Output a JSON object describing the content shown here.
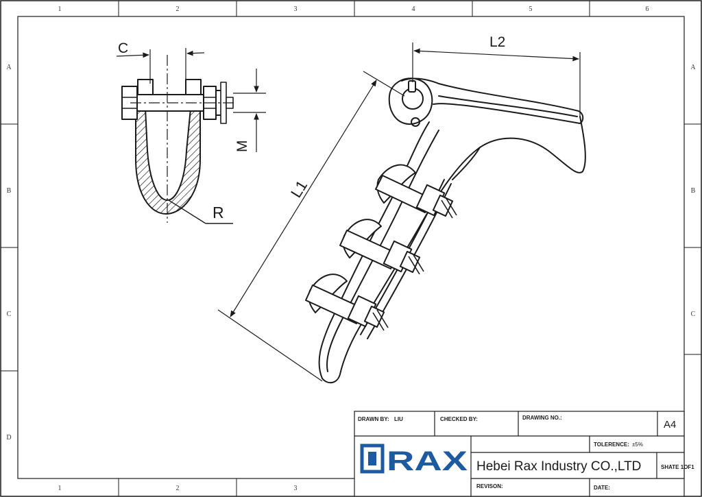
{
  "grid": {
    "columns_top": [
      "1",
      "2",
      "3",
      "4",
      "5",
      "6"
    ],
    "columns_bottom": [
      "1",
      "2",
      "3"
    ],
    "rows_left": [
      "A",
      "B",
      "C",
      "D"
    ],
    "rows_right": [
      "A",
      "B",
      "C"
    ]
  },
  "dimensions": {
    "c": "C",
    "m": "M",
    "r": "R",
    "l1": "L1",
    "l2": "L2"
  },
  "title_block": {
    "drawn_by_label": "DRAWN BY:",
    "drawn_by_value": "LIU",
    "checked_by_label": "CHECKED BY:",
    "drawing_no_label": "DRAWING NO.:",
    "paper_size": "A4",
    "tolerance_label": "TOLERENCE:",
    "tolerance_value": "±5%",
    "logo_text": "RAX",
    "company": "Hebei Rax Industry CO.,LTD",
    "sheet": "SHATE 1OF1",
    "revision_label": "REVISON:",
    "date_label": "DATE:"
  },
  "colors": {
    "line": "#1a1a1a",
    "logo_blue": "#1e5aa0"
  }
}
